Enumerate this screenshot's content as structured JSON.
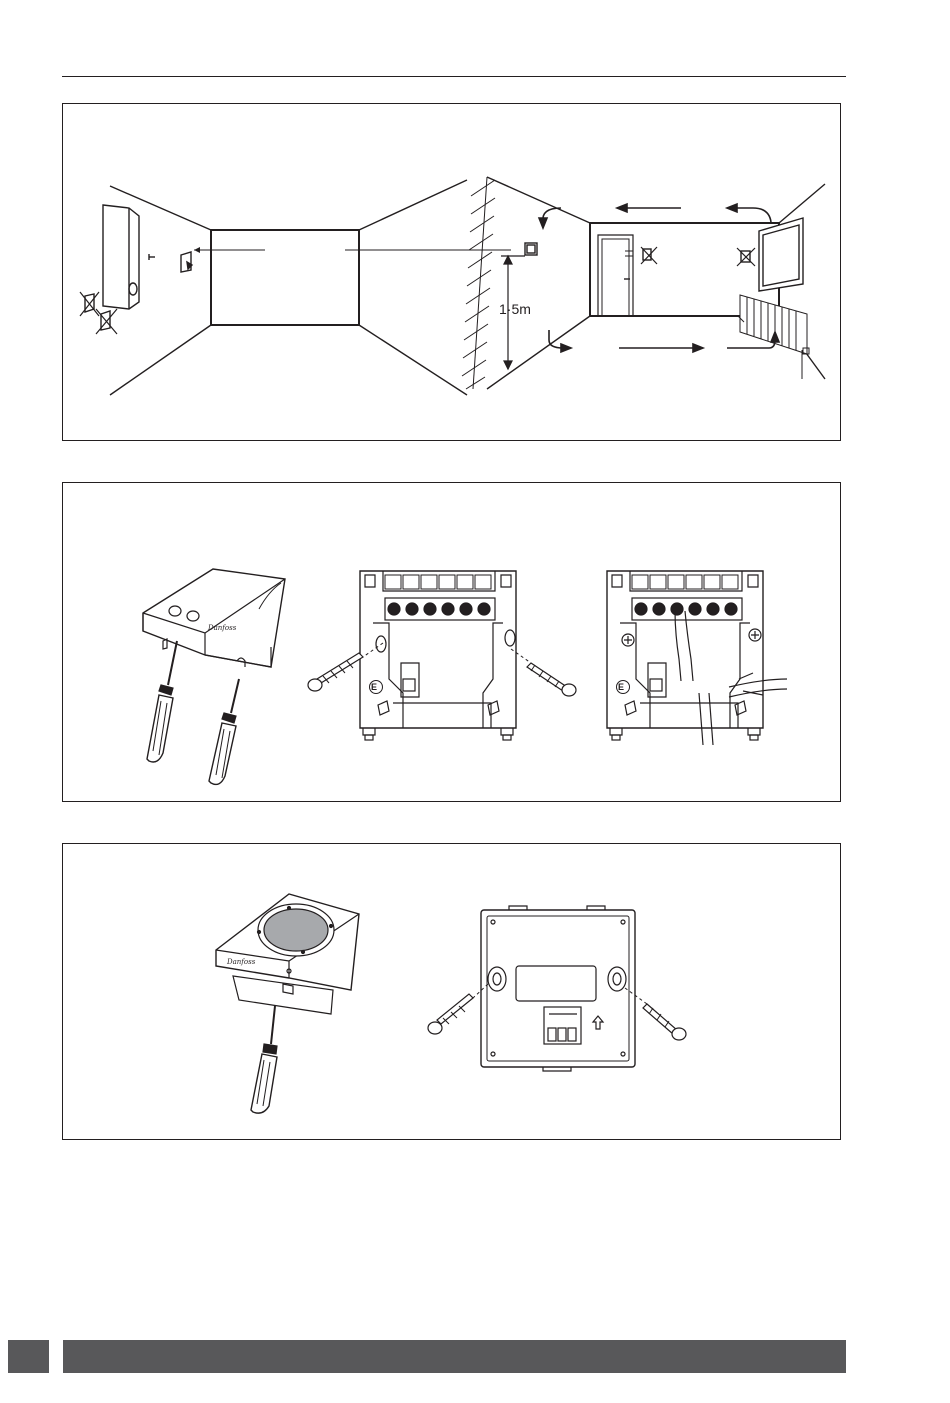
{
  "diagram": {
    "height_label": "1·5m",
    "brand_logo_text": "Danfoss",
    "earth_terminal_label": "E"
  },
  "colors": {
    "line": "#231f20",
    "footer": "#58585a",
    "dial": "#a7a9ac"
  },
  "icons": [
    "crossed-out-thermostat-icon",
    "thermostat-icon",
    "screwdriver-icon",
    "wall-plug-screw-icon",
    "arrow-icon"
  ]
}
